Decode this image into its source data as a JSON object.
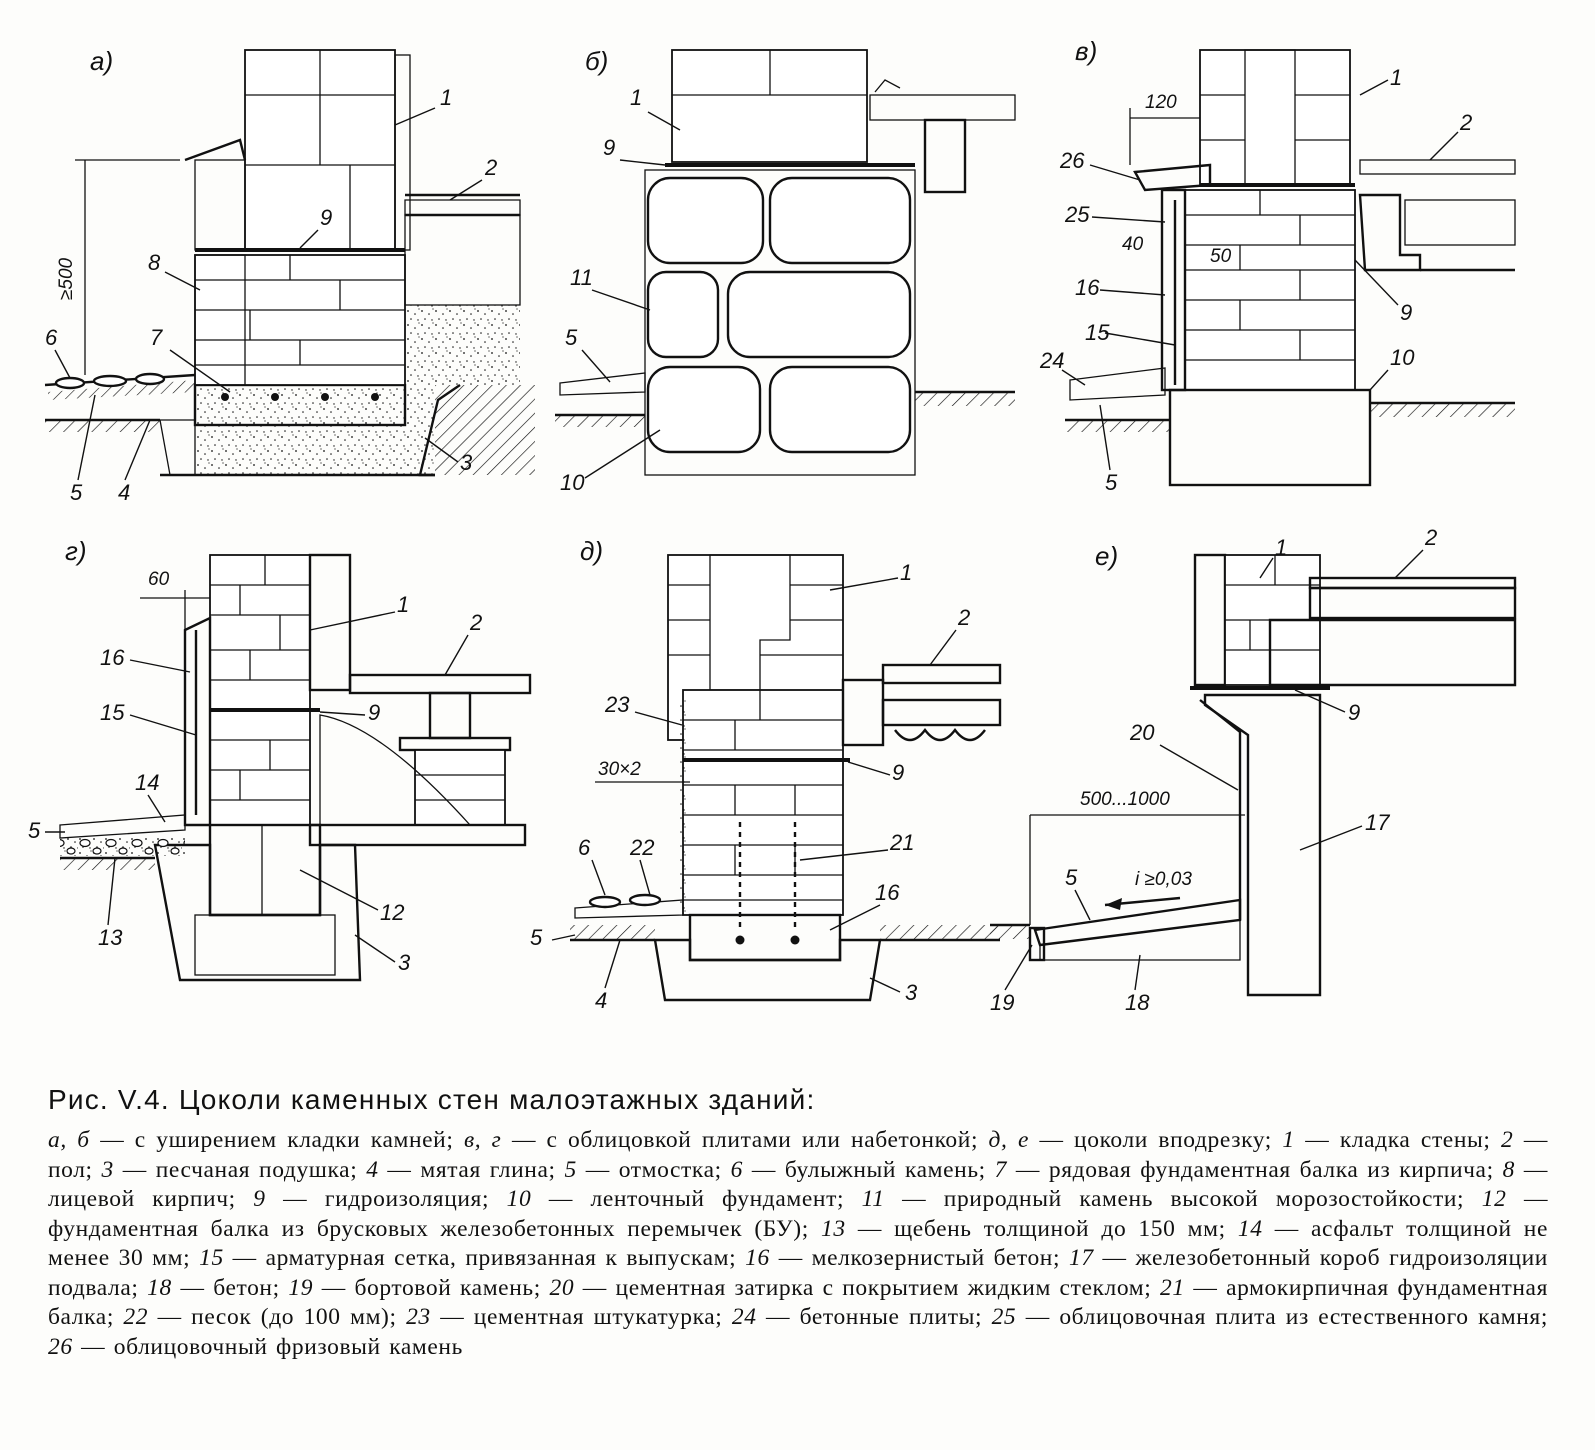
{
  "panels": [
    {
      "letter": "а)",
      "labels": [
        "1",
        "2",
        "9",
        "8",
        "7",
        "6",
        "5",
        "4",
        "3"
      ],
      "dimensions": [
        "≥500"
      ]
    },
    {
      "letter": "б)",
      "labels": [
        "1",
        "9",
        "11",
        "5",
        "10"
      ],
      "dimensions": []
    },
    {
      "letter": "в)",
      "labels": [
        "1",
        "2",
        "26",
        "25",
        "16",
        "15",
        "24",
        "5",
        "9",
        "10"
      ],
      "dimensions": [
        "120",
        "40",
        "50"
      ]
    },
    {
      "letter": "г)",
      "labels": [
        "16",
        "15",
        "14",
        "5",
        "13",
        "1",
        "2",
        "9",
        "12",
        "3"
      ],
      "dimensions": [
        "60"
      ]
    },
    {
      "letter": "д)",
      "labels": [
        "1",
        "2",
        "23",
        "9",
        "6",
        "22",
        "21",
        "16",
        "5",
        "4",
        "3"
      ],
      "dimensions": [
        "30×2"
      ]
    },
    {
      "letter": "е)",
      "labels": [
        "1",
        "2",
        "9",
        "20",
        "17",
        "5",
        "19",
        "18"
      ],
      "dimensions": [
        "500...1000",
        "i ≥0,03"
      ]
    }
  ],
  "caption": {
    "title": "Рис. V.4. Цоколи каменных стен малоэтажных зданий:",
    "intro": [
      {
        "k": "а, б",
        "t": " — с уширением кладки камней; "
      },
      {
        "k": "в, г",
        "t": " — с облицовкой плитами или набетонкой; "
      },
      {
        "k": "д, е",
        "t": " — цоколи вподрезку; "
      }
    ],
    "items": [
      {
        "n": "1",
        "t": "кладка стены"
      },
      {
        "n": "2",
        "t": "пол"
      },
      {
        "n": "3",
        "t": "песчаная подушка"
      },
      {
        "n": "4",
        "t": "мятая глина"
      },
      {
        "n": "5",
        "t": "отмостка"
      },
      {
        "n": "6",
        "t": "булыжный камень"
      },
      {
        "n": "7",
        "t": "рядовая фундаментная балка из кирпича"
      },
      {
        "n": "8",
        "t": "лицевой кирпич"
      },
      {
        "n": "9",
        "t": "гидроизоляция"
      },
      {
        "n": "10",
        "t": "ленточный фундамент"
      },
      {
        "n": "11",
        "t": "природный камень высокой морозостойкости"
      },
      {
        "n": "12",
        "t": "фундаментная балка из брусковых железобетонных перемычек (БУ)"
      },
      {
        "n": "13",
        "t": "щебень толщиной до 150 мм"
      },
      {
        "n": "14",
        "t": "асфальт толщиной не менее 30 мм"
      },
      {
        "n": "15",
        "t": "арматурная сетка, привязанная к выпускам"
      },
      {
        "n": "16",
        "t": "мелкозернистый бетон"
      },
      {
        "n": "17",
        "t": "железобетонный короб гидроизоляции подвала"
      },
      {
        "n": "18",
        "t": "бетон"
      },
      {
        "n": "19",
        "t": "бортовой камень"
      },
      {
        "n": "20",
        "t": "цементная затирка с покрытием жидким стеклом"
      },
      {
        "n": "21",
        "t": "армокирпичная фундаментная балка"
      },
      {
        "n": "22",
        "t": "песок (до 100 мм)"
      },
      {
        "n": "23",
        "t": "цементная штукатурка"
      },
      {
        "n": "24",
        "t": "бетонные плиты"
      },
      {
        "n": "25",
        "t": "облицовочная плита из естественного камня"
      },
      {
        "n": "26",
        "t": "облицовочный фризовый камень"
      }
    ]
  }
}
